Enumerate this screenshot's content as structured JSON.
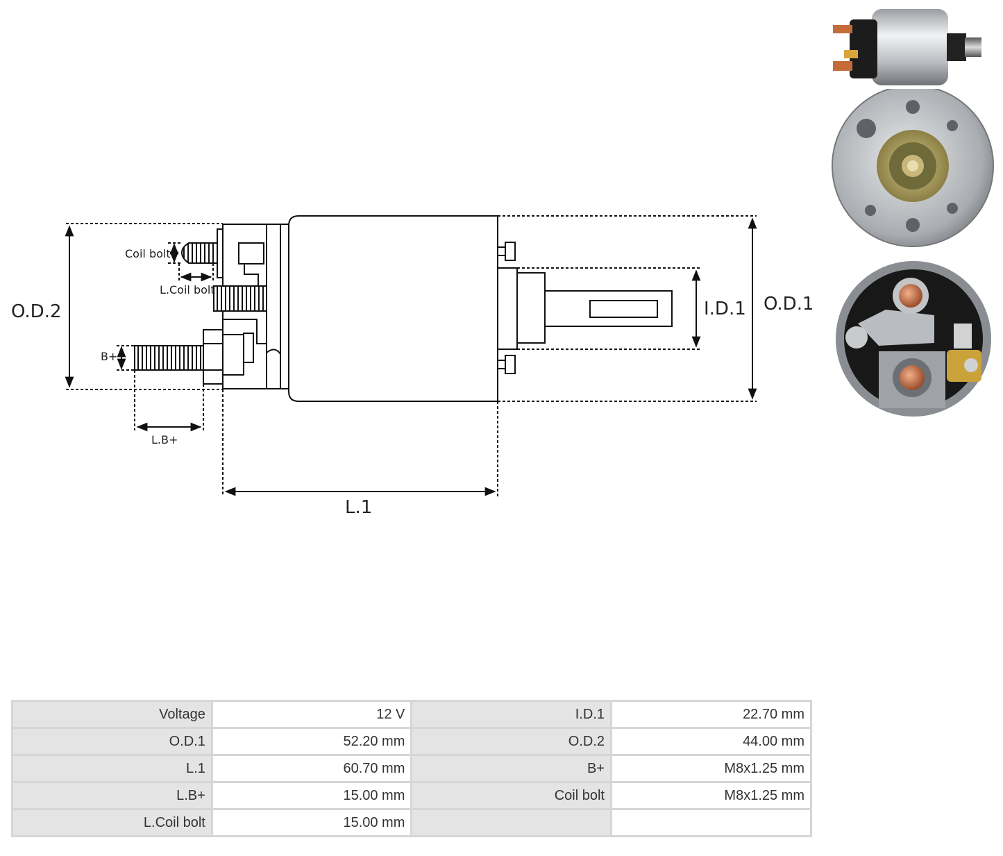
{
  "diagram": {
    "labels": {
      "od2": "O.D.2",
      "od1": "O.D.1",
      "id1": "I.D.1",
      "l1": "L.1",
      "coil_bolt": "Coil bolt",
      "l_coil_bolt": "L.Coil bolt",
      "b_plus": "B+",
      "l_b_plus": "L.B+"
    }
  },
  "specs": {
    "rows": [
      {
        "l1": "Voltage",
        "v1": "12 V",
        "l2": "I.D.1",
        "v2": "22.70 mm"
      },
      {
        "l1": "O.D.1",
        "v1": "52.20 mm",
        "l2": "O.D.2",
        "v2": "44.00 mm"
      },
      {
        "l1": "L.1",
        "v1": "60.70 mm",
        "l2": "B+",
        "v2": "M8x1.25 mm"
      },
      {
        "l1": "L.B+",
        "v1": "15.00 mm",
        "l2": "Coil bolt",
        "v2": "M8x1.25 mm"
      },
      {
        "l1": "L.Coil bolt",
        "v1": "15.00 mm",
        "l2": "",
        "v2": ""
      }
    ]
  }
}
